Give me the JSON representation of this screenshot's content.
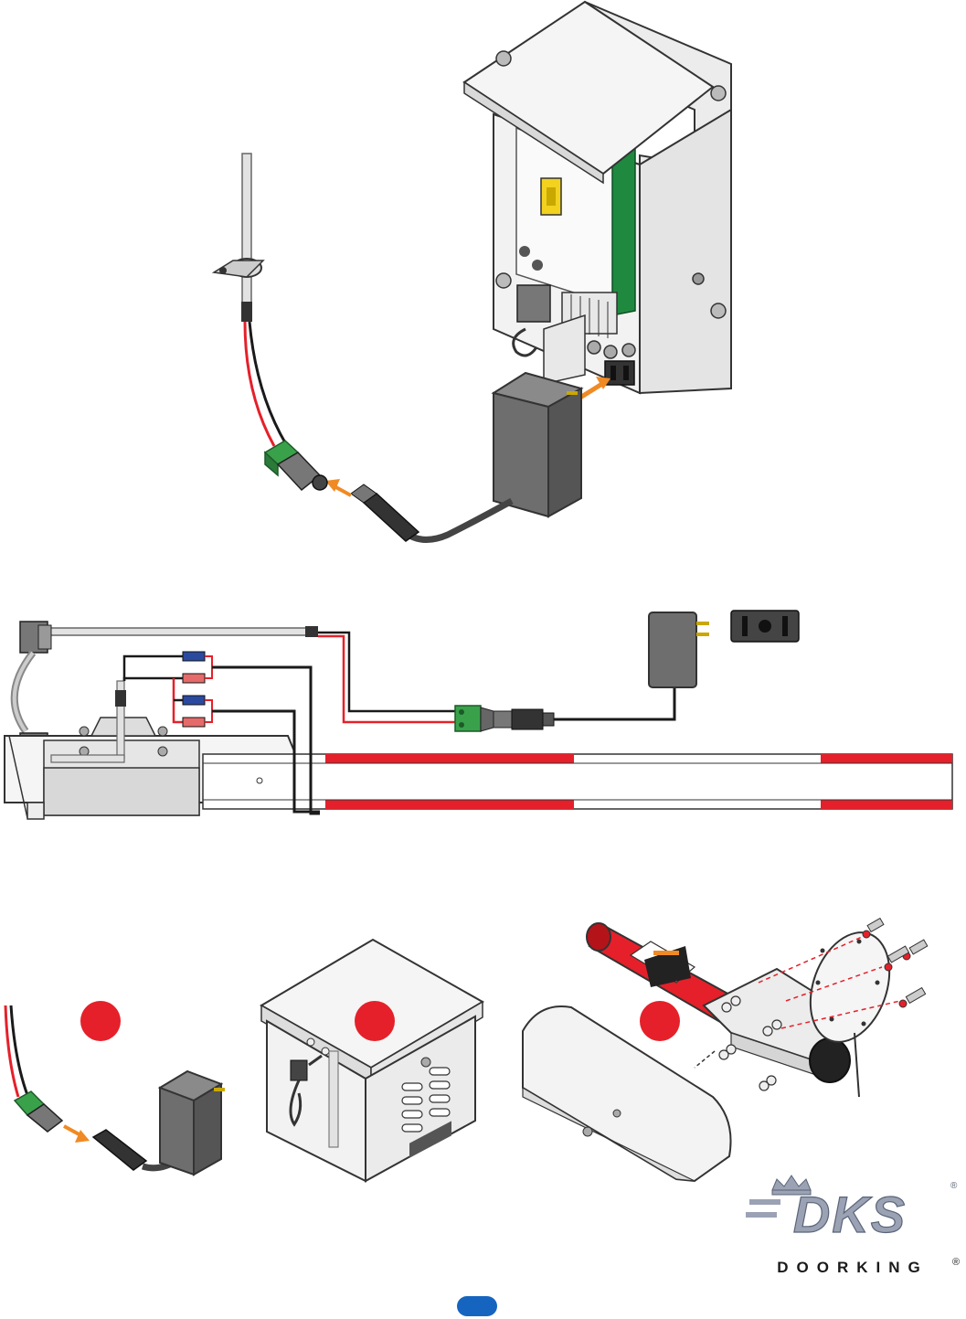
{
  "logo": {
    "brand": "DKS",
    "wordmark": "DOORKING",
    "registered": "®"
  },
  "colors": {
    "red_marker": "#e5202a",
    "wire_red": "#e5202a",
    "wire_black": "#1a1a1a",
    "arrow_orange": "#f08a24",
    "terminal_green": "#3aa14b",
    "board_green": "#1f8a3f",
    "fuse_blue": "#2a4aa0",
    "fuse_pink": "#e56a6a",
    "page_badge_blue": "#1565c0",
    "transformer_gray": "#6e6e6e",
    "logo_silver": "#9aa2b4"
  },
  "callouts": [
    {
      "id": "A",
      "label": ""
    },
    {
      "id": "B",
      "label": ""
    },
    {
      "id": "C",
      "label": ""
    }
  ]
}
